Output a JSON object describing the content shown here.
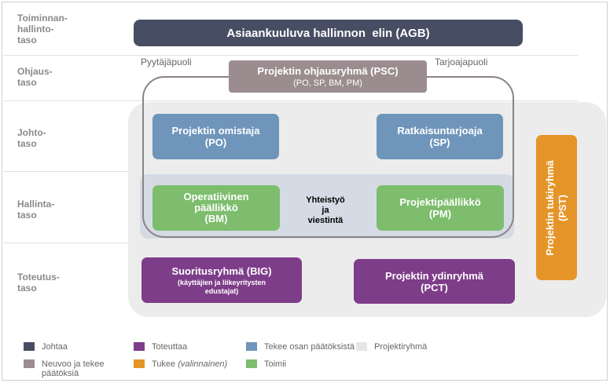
{
  "levels": [
    "Toiminnan-\nhallinto-\ntaso",
    "Ohjaus-\ntaso",
    "Johto-\ntaso",
    "Hallinta-\ntaso",
    "Toteutus-\ntaso"
  ],
  "side_labels": {
    "left": "Pyytäjäpuoli",
    "right": "Tarjoajapuoli"
  },
  "agb": "Asiaankuuluva hallinnon  elin (AGB)",
  "psc": {
    "title": "Projektin ohjausryhmä (PSC)",
    "subtitle": "(PO, SP, BM, PM)"
  },
  "po": "Projektin omistaja\n(PO)",
  "sp": "Ratkaisuntarjoaja\n(SP)",
  "bm": "Operatiivinen\npäällikkö\n(BM)",
  "pm": "Projektipäällikkö\n(PM)",
  "cooperation": "Yhteistyö\nja\nviestintä",
  "big": {
    "title": "Suoritusryhmä (BIG)",
    "subtitle": "(käyttäjien ja liikeyritysten\nedustajat)"
  },
  "pct": "Projektin ydinryhmä\n(PCT)",
  "pst": "Projektin tukiryhmä\n(PST)",
  "colors": {
    "dark": "#474e63",
    "mauve": "#9b8d8f",
    "purple": "#7e3d88",
    "orange": "#e59528",
    "blue": "#6f95bb",
    "green": "#7dbd6d",
    "light": "#e6e6e6"
  },
  "legend": {
    "johtaa": "Johtaa",
    "neuvoo": "Neuvoo ja tekee\npäätöksiä",
    "toteuttaa": "Toteuttaa",
    "tukee": "Tukee",
    "valinnainen": "(valinnainen)",
    "tekee_osan": "Tekee osan päätöksistä",
    "toimii": "Toimii",
    "projektiryhma": "Projektiryhmä"
  }
}
